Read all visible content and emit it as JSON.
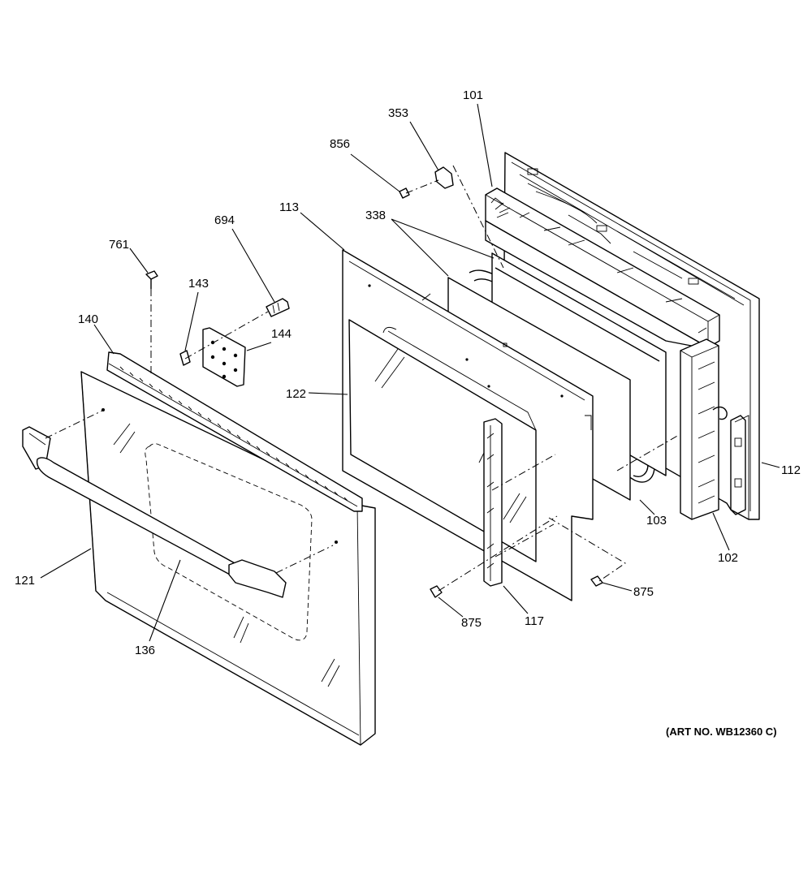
{
  "diagram": {
    "art_number": "(ART NO. WB12360 C)",
    "parts": [
      {
        "id": "p101",
        "number": "101"
      },
      {
        "id": "p102",
        "number": "102"
      },
      {
        "id": "p103",
        "number": "103"
      },
      {
        "id": "p112",
        "number": "112"
      },
      {
        "id": "p113",
        "number": "113"
      },
      {
        "id": "p117",
        "number": "117"
      },
      {
        "id": "p121",
        "number": "121"
      },
      {
        "id": "p122",
        "number": "122"
      },
      {
        "id": "p136",
        "number": "136"
      },
      {
        "id": "p140",
        "number": "140"
      },
      {
        "id": "p143",
        "number": "143"
      },
      {
        "id": "p144",
        "number": "144"
      },
      {
        "id": "p338",
        "number": "338"
      },
      {
        "id": "p353",
        "number": "353"
      },
      {
        "id": "p694",
        "number": "694"
      },
      {
        "id": "p761",
        "number": "761"
      },
      {
        "id": "p856",
        "number": "856"
      },
      {
        "id": "p875a",
        "number": "875"
      },
      {
        "id": "p875b",
        "number": "875"
      }
    ]
  }
}
